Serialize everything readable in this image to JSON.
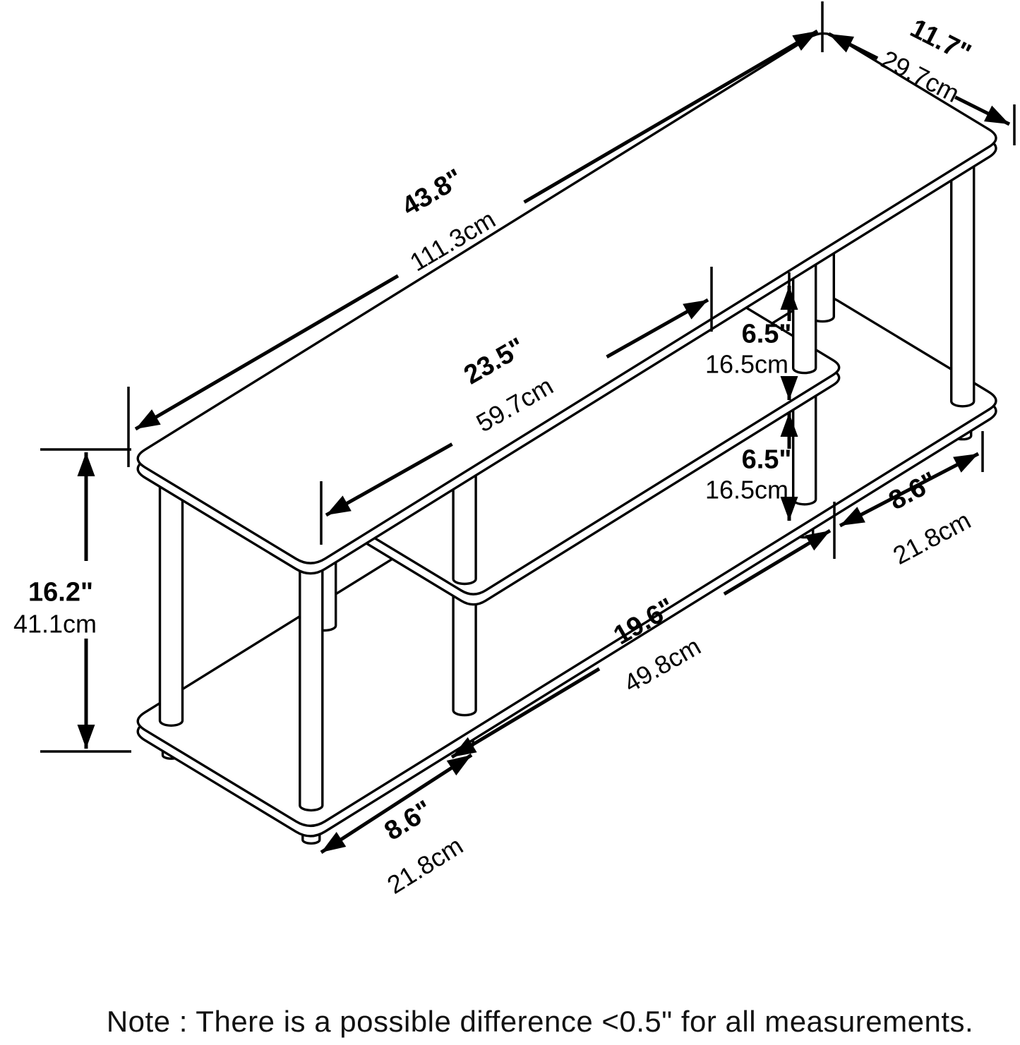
{
  "figure": {
    "kind": "product-dimension-diagram",
    "subject": "3-tier TV stand line drawing",
    "colors": {
      "ink": "#000000",
      "background": "#ffffff"
    }
  },
  "dimensions": {
    "width": {
      "in": "43.8\"",
      "cm": "111.3cm"
    },
    "depth": {
      "in": "11.7\"",
      "cm": "29.7cm"
    },
    "middle_shelf": {
      "in": "23.5\"",
      "cm": "59.7cm"
    },
    "gap_upper": {
      "in": "6.5\"",
      "cm": "16.5cm"
    },
    "gap_lower": {
      "in": "6.5\"",
      "cm": "16.5cm"
    },
    "height": {
      "in": "16.2\"",
      "cm": "41.1cm"
    },
    "bottom_opening": {
      "in": "19.6\"",
      "cm": "49.8cm"
    },
    "left_section": {
      "in": "8.6\"",
      "cm": "21.8cm"
    },
    "right_section": {
      "in": "8.6\"",
      "cm": "21.8cm"
    }
  },
  "note": "Note : There is a possible difference <0.5\" for all measurements."
}
